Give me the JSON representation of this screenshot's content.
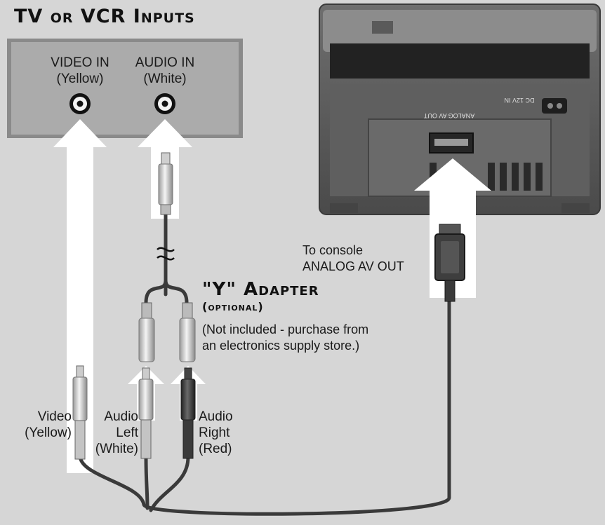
{
  "inputs_panel": {
    "title": "TV or VCR Inputs",
    "video_in": {
      "label": "VIDEO IN",
      "color": "(Yellow)"
    },
    "audio_in": {
      "label": "AUDIO IN",
      "color": "(White)"
    }
  },
  "console": {
    "port_label": "ANALOG AV OUT",
    "dc_label": "DC 12V IN",
    "callout_line1": "To console",
    "callout_line2": "ANALOG AV OUT"
  },
  "adapter": {
    "title": "\"Y\" Adapter",
    "subtitle": "(optional)",
    "note_line1": "(Not included - purchase from",
    "note_line2": "an electronics supply store.)"
  },
  "plugs": {
    "video": {
      "line1": "Video",
      "line2": "(Yellow)"
    },
    "audio_left": {
      "line1": "Audio",
      "line2": "Left",
      "line3": "(White)"
    },
    "audio_right": {
      "line1": "Audio",
      "line2": "Right",
      "line3": "(Red)"
    }
  },
  "colors": {
    "background": "#d6d6d6",
    "panel": "#a9a9a9",
    "console_body": "#5c5c5c",
    "arrow": "#ffffff",
    "cable": "#3a3a3a"
  }
}
